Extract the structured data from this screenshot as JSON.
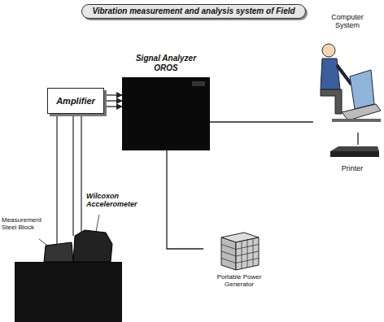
{
  "diagram": {
    "title": "Vibration measurement and analysis system of Field",
    "nodes": [
      {
        "text": [
          "Amplifier"
        ]
      },
      {
        "text": [
          "Signal Analyzer OROS"
        ]
      },
      {
        "text": [
          "Computer System"
        ]
      },
      {
        "text": [
          "Printer"
        ]
      },
      {
        "text": [
          "Portable Power Generator"
        ]
      }
    ],
    "edges": [
      {
        "from": 0,
        "to": 1,
        "arrow": "to"
      },
      {
        "from": 0,
        "to": 1,
        "arrow": "to"
      },
      {
        "from": 0,
        "to": 1,
        "arrow": "to"
      },
      {
        "from": 1,
        "to": 2,
        "arrow": "none"
      },
      {
        "from": 2,
        "to": 3,
        "arrow": "none"
      },
      {
        "from": 1,
        "to": 4,
        "arrow": "none"
      }
    ],
    "labels": [
      "Wilcoxon Accelerometer",
      "Measurement Steel Block"
    ]
  }
}
